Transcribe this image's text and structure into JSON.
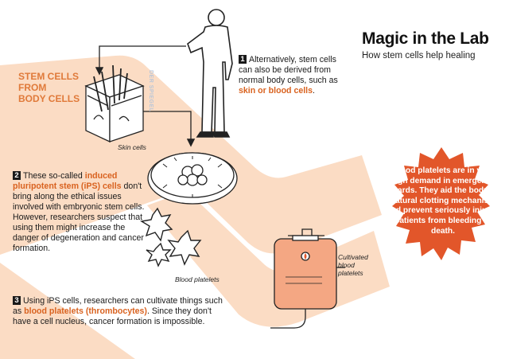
{
  "title": "Magic in the Lab",
  "subtitle": "How stem cells help healing",
  "section_label_line1": "STEM CELLS",
  "section_label_line2": "FROM",
  "section_label_line3": "BODY CELLS",
  "credit": "DER SPIEGEL",
  "step1": {
    "number": "1",
    "lead": "Alternatively,",
    "body": "stem cells can also be derived from normal body cells, such as",
    "highlight": "skin or blood cells",
    "end": "."
  },
  "step2": {
    "number": "2",
    "lead": "These so-called",
    "highlight": "induced pluripotent stem (iPS) cells",
    "body": "don't bring along the ethical issues involved with embryonic stem cells. However, researchers suspect that using them might increase the danger of degeneration and cancer formation."
  },
  "step3": {
    "number": "3",
    "lead": "Using iPS cells, researchers can cultivate things such as",
    "highlight": "blood platelets (thrombocytes)",
    "body": ". Since they don't have a cell nucleus, cancer formation is impossible."
  },
  "labels": {
    "skin_cells": "Skin cells",
    "blood_platelets": "Blood platelets",
    "cultivated_1": "Cultivated",
    "cultivated_2": "blood",
    "cultivated_3": "platelets"
  },
  "burst_text": "Blood platelets are in very high demand in emergency wards. They aid the body's natural clotting mechanism and prevent seriously injured patients from bleeding to death.",
  "colors": {
    "band": "#fbdcc4",
    "accent": "#d9621f",
    "burst": "#e2562a",
    "bag": "#f4a783"
  }
}
